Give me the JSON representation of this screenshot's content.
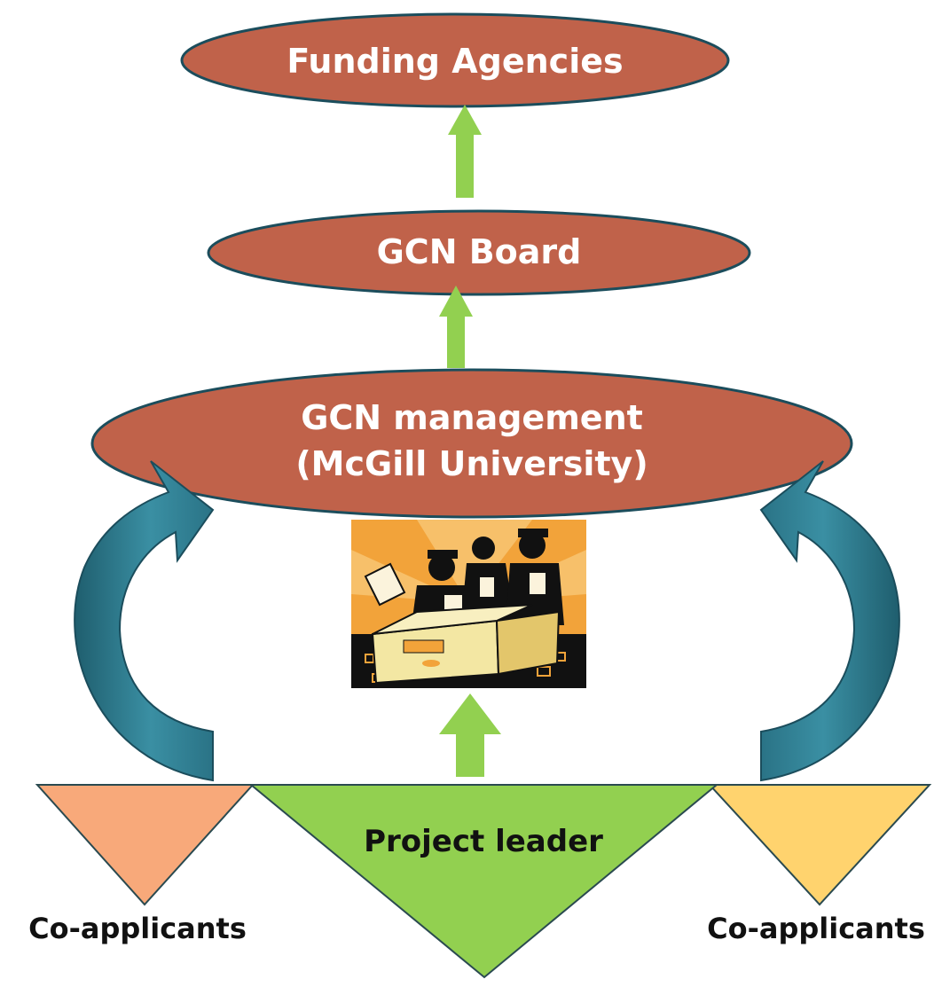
{
  "nodes": {
    "funding": {
      "label": "Funding Agencies"
    },
    "board": {
      "label": "GCN Board"
    },
    "management": {
      "line1": "GCN management",
      "line2": "(McGill University)"
    },
    "leader": {
      "label": "Project leader"
    },
    "coapp_left": {
      "label": "Co-applicants"
    },
    "coapp_right": {
      "label": "Co-applicants"
    }
  },
  "illustration": {
    "icon": "team-in-box-clipart"
  },
  "colors": {
    "node_fill": "#C0624A",
    "node_stroke": "#1B4D5C",
    "arrow_green": "#92D050",
    "curve_arrow": "#2F7F91",
    "leader_fill": "#92D050",
    "coapp_left_fill": "#F8A97A",
    "coapp_right_fill": "#FFD36E",
    "triangle_stroke": "#2A4A50"
  }
}
